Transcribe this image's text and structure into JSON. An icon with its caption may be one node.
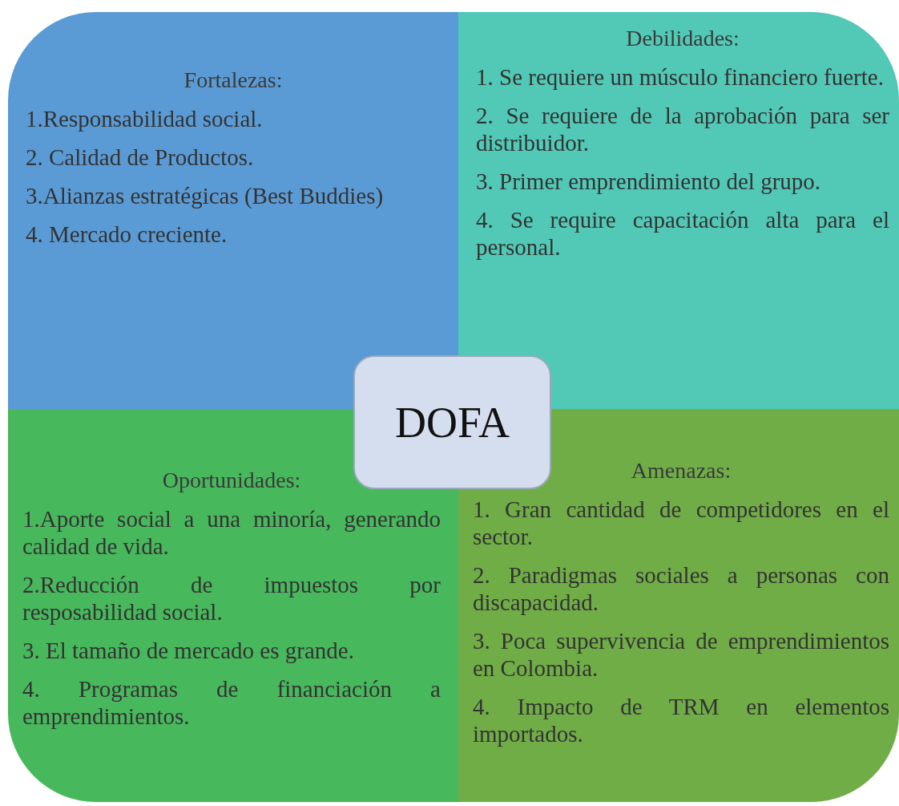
{
  "diagram": {
    "nodes": [
      {
        "text": [
          "Fortalezas:",
          "1.Responsabilidad social.",
          "2. Calidad de Productos.",
          "3.Alianzas estratégicas (Best Buddies)",
          "4. Mercado creciente."
        ]
      },
      {
        "text": [
          "Debilidades:",
          "1. Se requiere un músculo financiero fuerte.",
          "2. Se requiere de la aprobación para ser distribuidor.",
          "3. Primer emprendimiento del grupo.",
          "4. Se require capacitación alta para el personal."
        ]
      },
      {
        "text": [
          "Oportunidades:",
          "1.Aporte social a una minoría, generando calidad de vida.",
          "2.Reducción de impuestos por resposabilidad social.",
          "3. El tamaño de mercado es grande.",
          "4. Programas de financiación a emprendimientos."
        ]
      },
      {
        "text": [
          "Amenazas:",
          "1. Gran cantidad de competidores en el sector.",
          "2. Paradigmas sociales a personas con discapacidad.",
          "3. Poca supervivencia de emprendimientos en Colombia.",
          "4. Impacto de TRM en elementos importados."
        ]
      },
      {
        "text": [
          "DOFA"
        ]
      }
    ]
  }
}
